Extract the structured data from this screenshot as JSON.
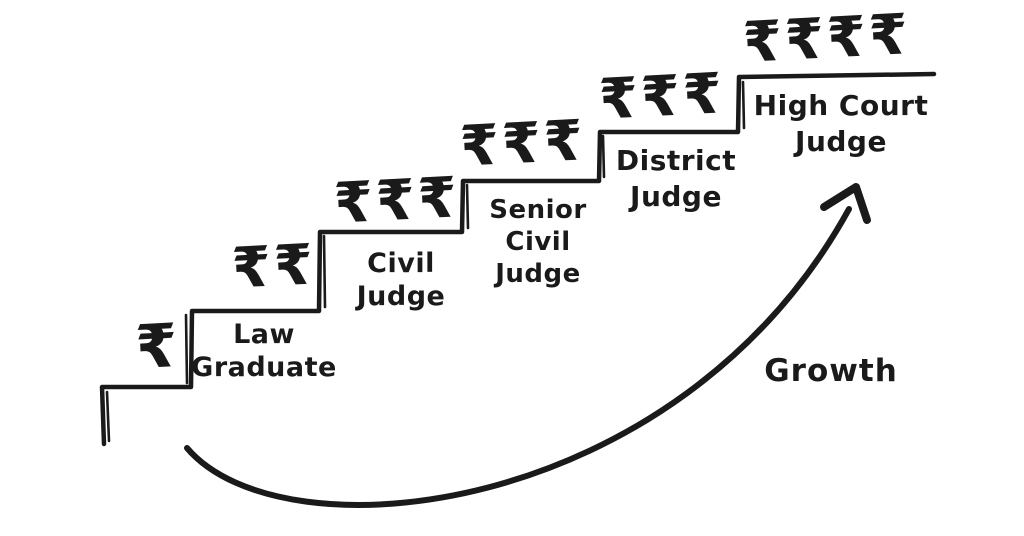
{
  "diagram": {
    "type": "hand-drawn staircase career-growth diagram",
    "arrow": {
      "label": "Growth"
    },
    "steps": [
      {
        "rupees": "₹",
        "label": "",
        "label_lines": []
      },
      {
        "rupees": "₹₹",
        "label": "Law Graduate",
        "label_lines": [
          "Law",
          "Graduate"
        ]
      },
      {
        "rupees": "₹₹₹",
        "label": "Civil Judge",
        "label_lines": [
          "Civil",
          "Judge"
        ]
      },
      {
        "rupees": "₹₹₹",
        "label": "Senior Civil Judge",
        "label_lines": [
          "Senior",
          "Civil",
          "Judge"
        ]
      },
      {
        "rupees": "₹₹₹",
        "label": "District Judge",
        "label_lines": [
          "District",
          "Judge"
        ]
      },
      {
        "rupees": "₹₹₹₹",
        "label": "High Court Judge",
        "label_lines": [
          "High Court",
          "Judge"
        ]
      }
    ],
    "colors": {
      "ink": "#1a1a1a",
      "background": "#ffffff"
    }
  }
}
